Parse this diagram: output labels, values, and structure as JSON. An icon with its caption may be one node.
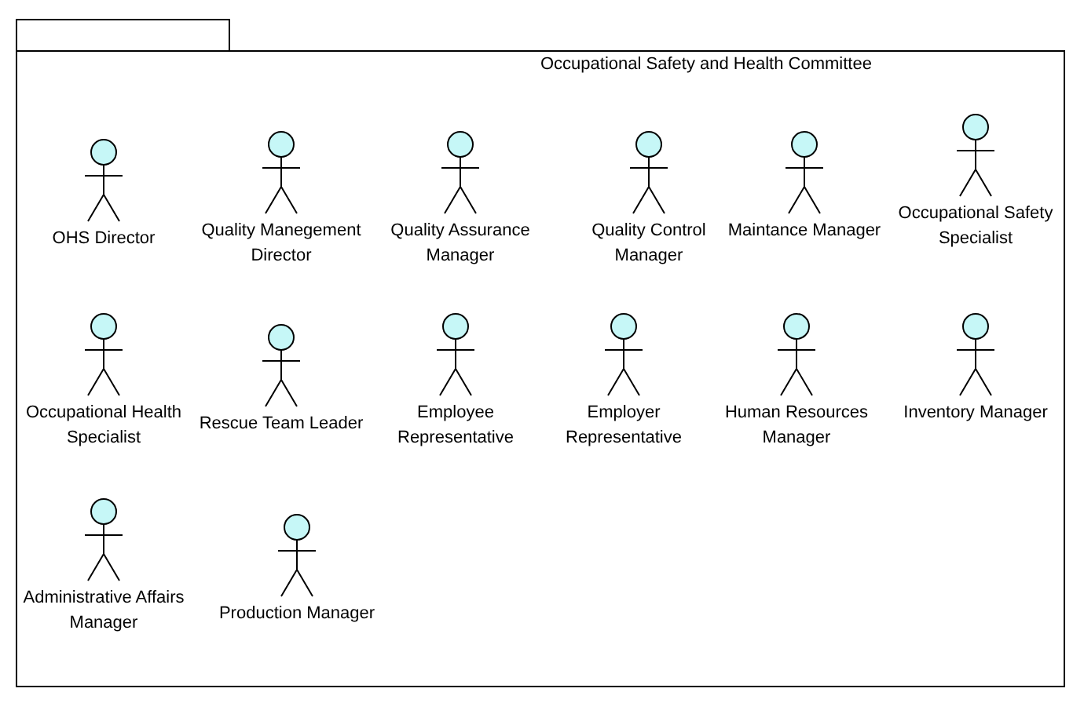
{
  "diagram": {
    "nodes": [
      {
        "text": [
          "Occupational Safety and Health Committee"
        ]
      },
      {
        "text": [
          "OHS Director"
        ],
        "in": 0
      },
      {
        "text": [
          "Quality Manegement Director"
        ],
        "in": 0
      },
      {
        "text": [
          "Quality Assurance Manager"
        ],
        "in": 0
      },
      {
        "text": [
          "Quality Control Manager"
        ],
        "in": 0
      },
      {
        "text": [
          "Maintance Manager"
        ],
        "in": 0
      },
      {
        "text": [
          "Occupational Safety Specialist"
        ],
        "in": 0
      },
      {
        "text": [
          "Occupational Health Specialist"
        ],
        "in": 0
      },
      {
        "text": [
          "Rescue Team Leader"
        ],
        "in": 0
      },
      {
        "text": [
          "Employee Representative"
        ],
        "in": 0
      },
      {
        "text": [
          "Employer Representative"
        ],
        "in": 0
      },
      {
        "text": [
          "Human Resources Manager"
        ],
        "in": 0
      },
      {
        "text": [
          "Inventory Manager"
        ],
        "in": 0
      },
      {
        "text": [
          "Administrative Affairs Manager"
        ],
        "in": 0
      },
      {
        "text": [
          "Production Manager"
        ],
        "in": 0
      }
    ],
    "edges": []
  }
}
